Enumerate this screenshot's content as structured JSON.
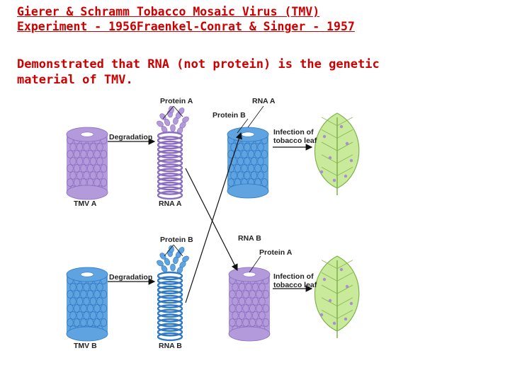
{
  "slide": {
    "title_line1": "Gierer & Schramm Tobacco Mosaic Virus (TMV)",
    "title_line2": "Experiment - 1956Fraenkel-Conrat & Singer - 1957",
    "body_line1": "Demonstrated that RNA (not protein) is the genetic",
    "body_line2": "material of TMV."
  },
  "diagram": {
    "top": {
      "protein_label": "Protein A",
      "rna_label": "RNA A",
      "new_protein_label": "Protein B",
      "degradation_label": "Degradation",
      "infection_line1": "Infection of",
      "infection_line2": "tobacco leaf",
      "virus_label": "TMV A",
      "coil_label": "RNA A"
    },
    "bottom": {
      "protein_label": "Protein B",
      "rna_label": "RNA B",
      "new_protein_label": "Protein A",
      "degradation_label": "Degradation",
      "infection_line1": "Infection of",
      "infection_line2": "tobacco leaf",
      "virus_label": "TMV B",
      "coil_label": "RNA B"
    },
    "colors": {
      "purple": "#b39adb",
      "purple_dark": "#8a6cc0",
      "blue": "#5fa4e0",
      "blue_dark": "#2f78c4",
      "leaf": "#c9ea9a",
      "leaf_dark": "#7db24a"
    }
  }
}
